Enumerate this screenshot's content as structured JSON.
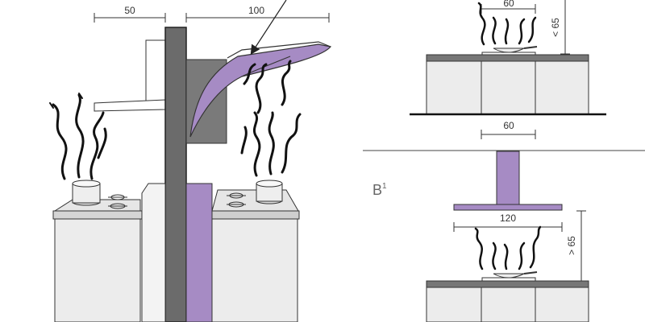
{
  "colors": {
    "accent": "#a68bc4",
    "accent_dark": "#8a6aa8",
    "wall": "#6b6b6b",
    "counter": "#777777",
    "cabinet": "#ececec",
    "stroke": "#222222"
  },
  "left_panel": {
    "dim_hood_depth": "50",
    "dim_vent_width": "100"
  },
  "right_top": {
    "dim_width": "60",
    "dim_height": "< 65"
  },
  "right_bottom": {
    "dim_column_width": "60",
    "label_main": "B",
    "label_sup": "1",
    "dim_hood_width": "120",
    "dim_height": "> 65"
  },
  "icons": [
    "smoke-icon",
    "pot-icon",
    "pan-icon",
    "burner-icon",
    "arrow-icon"
  ]
}
